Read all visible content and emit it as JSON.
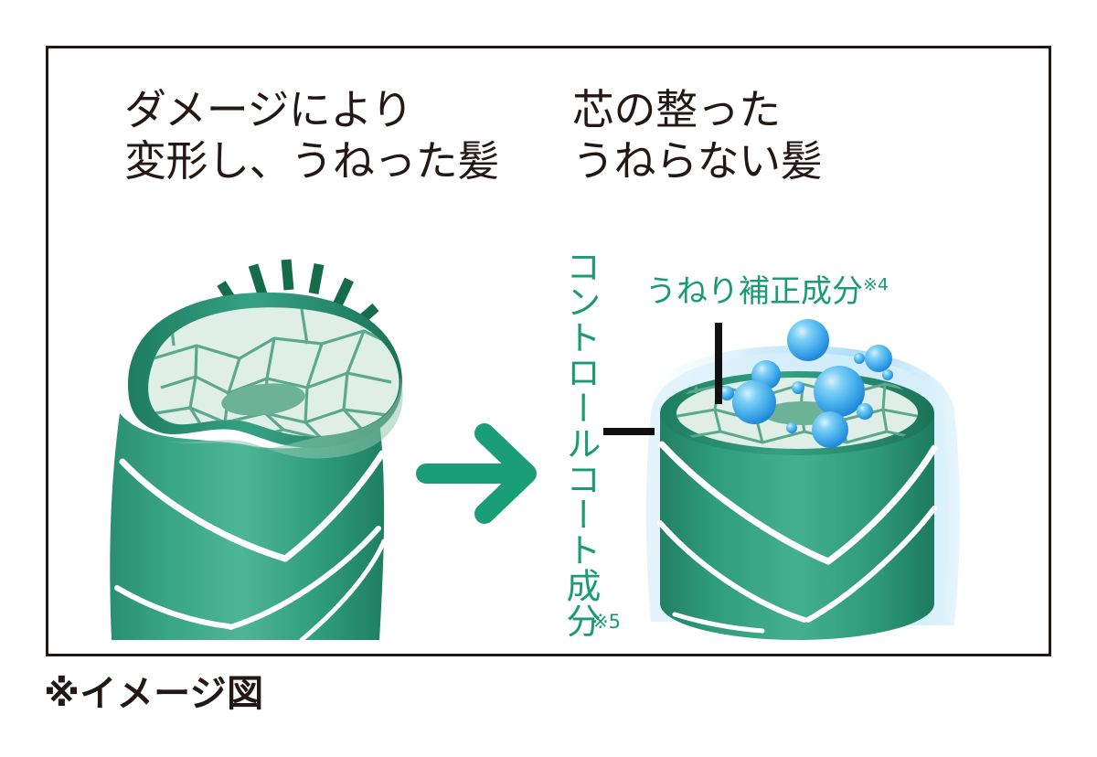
{
  "figure": {
    "caption": "※イメージ図",
    "frame": {
      "border_color": "#231815",
      "background": "#ffffff"
    }
  },
  "headings": {
    "left": "ダメージにより\n変形し、うねった髪",
    "right": "芯の整った\nうねらない髪"
  },
  "labels": {
    "correction": {
      "text": "うねり補正成分",
      "footnote": "※4",
      "color": "#1a9b74"
    },
    "coat": {
      "text": "コントロールコート成分",
      "footnote": "※5",
      "color": "#1a9b74"
    }
  },
  "arrow": {
    "name": "right-arrow",
    "color": "#1a9e78"
  },
  "illustrations": {
    "damaged_hair": {
      "name": "damaged-hair-strand",
      "description": "変形し、うねった髪の断面イラスト",
      "cuticle_color": "#2f9d7b",
      "cortex_color": "#dfeee6",
      "cell_line_color": "#5ba88a",
      "medulla_color": "#6bb296",
      "damage_mark_color": "#156b4a",
      "damage_mark_count": 7
    },
    "healthy_hair": {
      "name": "healthy-hair-strand",
      "description": "芯の整ったうねらない髪の断面イラスト",
      "cuticle_color": "#2f9d7b",
      "cortex_color": "#dfeee6",
      "cell_line_color": "#5ba88a",
      "medulla_color": "#6bb296",
      "coat_glow_color": "#b3e2f7",
      "ingredient_sphere_color": "#3fa9e8",
      "ingredient_sphere_count": 12
    }
  }
}
